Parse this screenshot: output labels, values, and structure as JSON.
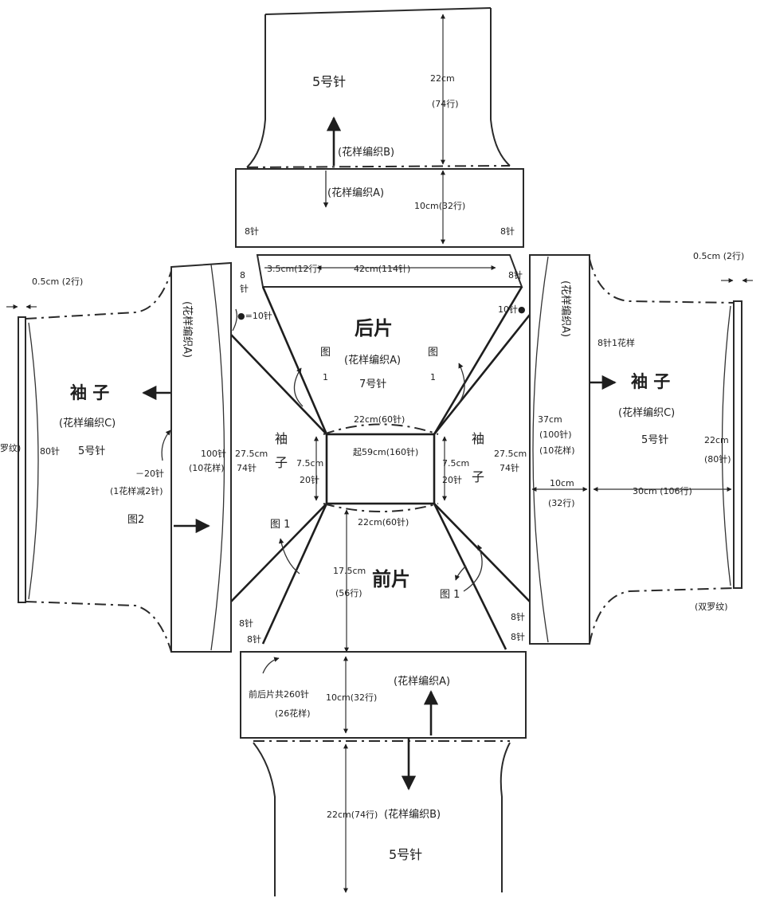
{
  "top": {
    "needle": "5号针",
    "height_cm": "22cm",
    "height_rows": "(74行)",
    "pattern_b": "(花样编织B)",
    "pattern_a": "(花样编织A)",
    "band": "10cm(32行)",
    "dec_left": "8针",
    "dec_right": "8针"
  },
  "back": {
    "title": "后片",
    "pattern": "(花样编织A)",
    "needle": "7号针",
    "width": "42cm(114针)",
    "edge": "3.5cm(12行)",
    "fig_left": "图",
    "fig_left_n": "1",
    "fig_right": "图",
    "fig_right_n": "1",
    "left_8": "8",
    "left_8b": "针",
    "left_10": "●=10针",
    "right_8": "8针",
    "right_10": "10针●"
  },
  "neck": {
    "top": "22cm(60针)",
    "bottom": "22cm(60针)",
    "pickup": "起59cm(160针)",
    "left_h": "7.5cm",
    "left_n": "20针",
    "right_h": "7.5cm",
    "right_n": "20针"
  },
  "center_left": {
    "c1": "袖",
    "c2": "子"
  },
  "center_right": {
    "c1": "袖",
    "c2": "子"
  },
  "front": {
    "title": "前片",
    "height": "17.5cm",
    "rows": "(56行)",
    "fig_left": "图 1",
    "fig_right": "图 1"
  },
  "left_sleeve": {
    "cuff": "0.5cm (2行)",
    "cuff_label": "罗纹)",
    "stitches": "80针",
    "title": "袖 子",
    "pattern": "(花样编织C)",
    "needle": "5号针",
    "dec": "－20针",
    "dec_note": "(1花样减2针)",
    "fig": "图2",
    "band_pattern": "(花样编织A)",
    "band_n": "100针",
    "band_note": "(10花样)",
    "band_h": "27.5cm",
    "band_h_n": "74针"
  },
  "right_sleeve": {
    "cuff": "0.5cm (2行)",
    "cuff_label": "(双罗纹)",
    "width": "22cm",
    "width_n": "(80针)",
    "title": "袖 子",
    "pattern": "(花样编织C)",
    "needle": "5号针",
    "length": "30cm (106行)",
    "band_pattern": "(花样编织A)",
    "band_h": "37cm",
    "band_n": "(100针)",
    "band_note": "(10花样)",
    "band_w": "10cm",
    "band_rows": "(32行)",
    "side_h": "27.5cm",
    "side_n": "74针",
    "note": "8针1花样"
  },
  "bottom": {
    "total": "前后片共260针",
    "total_note": "(26花样)",
    "band": "10cm(32行)",
    "pattern_a": "(花样编织A)",
    "height": "22cm(74行)",
    "pattern_b": "(花样编织B)",
    "needle": "5号针",
    "dec_left_1": "8针",
    "dec_left_2": "8针",
    "dec_right_1": "8针",
    "dec_right_2": "8针"
  }
}
